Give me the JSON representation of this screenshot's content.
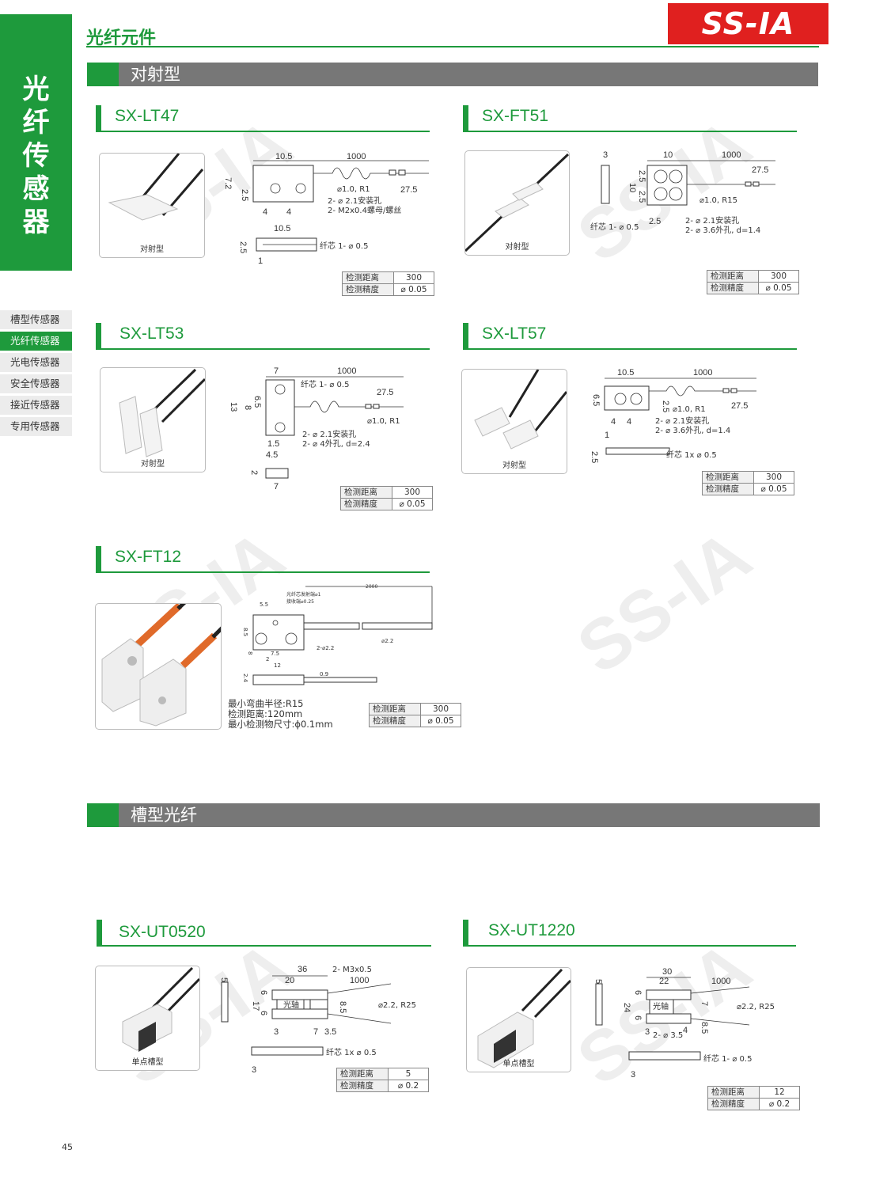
{
  "header": {
    "category": "光纤元件",
    "logo": "SS-IA"
  },
  "side_tab": {
    "chars": [
      "光",
      "纤",
      "传",
      "感",
      "器"
    ]
  },
  "side_menu": {
    "items": [
      "槽型传感器",
      "光纤传感器",
      "光电传感器",
      "安全传感器",
      "接近传感器",
      "专用传感器"
    ],
    "active_index": 1
  },
  "sections": [
    {
      "title": "对射型"
    },
    {
      "title": "槽型光纤"
    }
  ],
  "spec_labels": {
    "distance": "检测距离",
    "precision": "检测精度"
  },
  "products": [
    {
      "id": "lt47",
      "model": "SX-LT47",
      "caption": "对射型",
      "distance": "300",
      "precision": "⌀ 0.05",
      "dims": {
        "a": "10.5",
        "b": "1000",
        "c": "7.2",
        "d": "2.5",
        "e": "27.5",
        "f": "4",
        "g": "4",
        "h": "10.5",
        "i": "2.5",
        "j": "1"
      },
      "notes": [
        "⌀1.0, R1",
        "2- ⌀ 2.1安装孔",
        "2- M2x0.4螺母/螺丝",
        "纤芯 1- ⌀ 0.5"
      ]
    },
    {
      "id": "ft51",
      "model": "SX-FT51",
      "caption": "对射型",
      "distance": "300",
      "precision": "⌀ 0.05",
      "dims": {
        "a": "3",
        "b": "10",
        "c": "1000",
        "d": "27.5",
        "e": "2.5",
        "f": "10",
        "g": "2.5",
        "h": "2.5"
      },
      "notes": [
        "⌀1.0, R15",
        "2- ⌀ 2.1安装孔",
        "2- ⌀ 3.6外孔, d=1.4",
        "纤芯 1- ⌀ 0.5"
      ]
    },
    {
      "id": "lt53",
      "model": "SX-LT53",
      "caption": "对射型",
      "distance": "300",
      "precision": "⌀ 0.05",
      "dims": {
        "a": "7",
        "b": "1000",
        "c": "6.5",
        "d": "13",
        "e": "8",
        "f": "27.5",
        "g": "1.5",
        "h": "4.5",
        "i": "2",
        "j": "7"
      },
      "notes": [
        "纤芯 1- ⌀ 0.5",
        "⌀1.0, R1",
        "2- ⌀ 2.1安装孔",
        "2- ⌀ 4外孔, d=2.4"
      ]
    },
    {
      "id": "lt57",
      "model": "SX-LT57",
      "caption": "对射型",
      "distance": "300",
      "precision": "⌀ 0.05",
      "dims": {
        "a": "10.5",
        "b": "1000",
        "c": "6.5",
        "d": "2.5",
        "e": "27.5",
        "f": "4",
        "g": "4",
        "h": "1",
        "i": "2.5"
      },
      "notes": [
        "⌀1.0, R1",
        "2- ⌀ 2.1安装孔",
        "2- ⌀ 3.6外孔, d=1.4",
        "纤芯 1x ⌀ 0.5"
      ]
    },
    {
      "id": "ft12",
      "model": "SX-FT12",
      "caption": "",
      "distance": "300",
      "precision": "⌀ 0.05",
      "dims": {
        "a": "2000",
        "b": "5.5",
        "c": "8.5",
        "d": "7.5",
        "e": "12",
        "f": "2",
        "g": "8",
        "h": "2.4",
        "i": "0.9"
      },
      "notes": [
        "光纤芯发射端⌀1",
        "接收端⌀0.25",
        "⌀2.2",
        "2-⌀2.2"
      ],
      "text_notes": [
        "最小弯曲半径:R15",
        "检测距离:120mm",
        "最小检测物尺寸:ϕ0.1mm"
      ]
    },
    {
      "id": "ut0520",
      "model": "SX-UT0520",
      "caption": "单点槽型",
      "distance": "5",
      "precision": "⌀ 0.2",
      "dims": {
        "a": "36",
        "b": "20",
        "c": "1000",
        "d": "5",
        "e": "17",
        "f": "6",
        "g": "6",
        "h": "8.5",
        "i": "3",
        "j": "7",
        "k": "3.5",
        "l": "3"
      },
      "notes": [
        "2- M3x0.5",
        "⌀2.2, R25",
        "光轴",
        "纤芯 1x ⌀ 0.5"
      ]
    },
    {
      "id": "ut1220",
      "model": "SX-UT1220",
      "caption": "单点槽型",
      "distance": "12",
      "precision": "⌀ 0.2",
      "dims": {
        "a": "30",
        "b": "22",
        "c": "1000",
        "d": "5",
        "e": "24",
        "f": "6",
        "g": "6",
        "h": "7",
        "i": "8.5",
        "j": "3",
        "k": "4",
        "l": "3"
      },
      "notes": [
        "⌀2.2, R25",
        "光轴",
        "2- ⌀ 3.5",
        "纤芯 1- ⌀ 0.5"
      ]
    }
  ],
  "page_number": "45",
  "colors": {
    "green": "#1e9a3c",
    "red": "#e0201f",
    "gray": "#777777"
  }
}
